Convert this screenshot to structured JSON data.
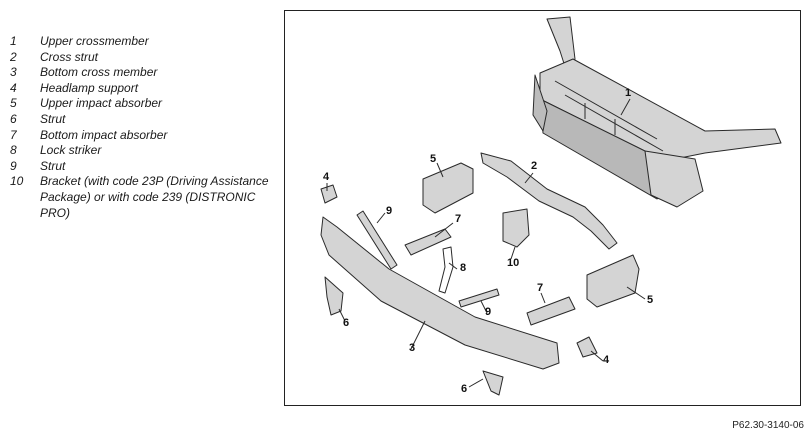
{
  "legend": [
    {
      "num": "1",
      "text": "Upper crossmember"
    },
    {
      "num": "2",
      "text": "Cross strut"
    },
    {
      "num": "3",
      "text": "Bottom cross member"
    },
    {
      "num": "4",
      "text": "Headlamp support"
    },
    {
      "num": "5",
      "text": "Upper impact absorber"
    },
    {
      "num": "6",
      "text": "Strut"
    },
    {
      "num": "7",
      "text": "Bottom impact absorber"
    },
    {
      "num": "8",
      "text": "Lock striker"
    },
    {
      "num": "9",
      "text": "Strut"
    },
    {
      "num": "10",
      "text": "Bracket (with code 23P (Driving Assistance Package) or with code 239 (DISTRONIC PRO)"
    }
  ],
  "callouts": [
    "1",
    "2",
    "5",
    "4",
    "9",
    "7",
    "8",
    "10",
    "6",
    "7",
    "5",
    "9",
    "3",
    "4",
    "6"
  ],
  "figure_id": "P62.30-3140-06"
}
